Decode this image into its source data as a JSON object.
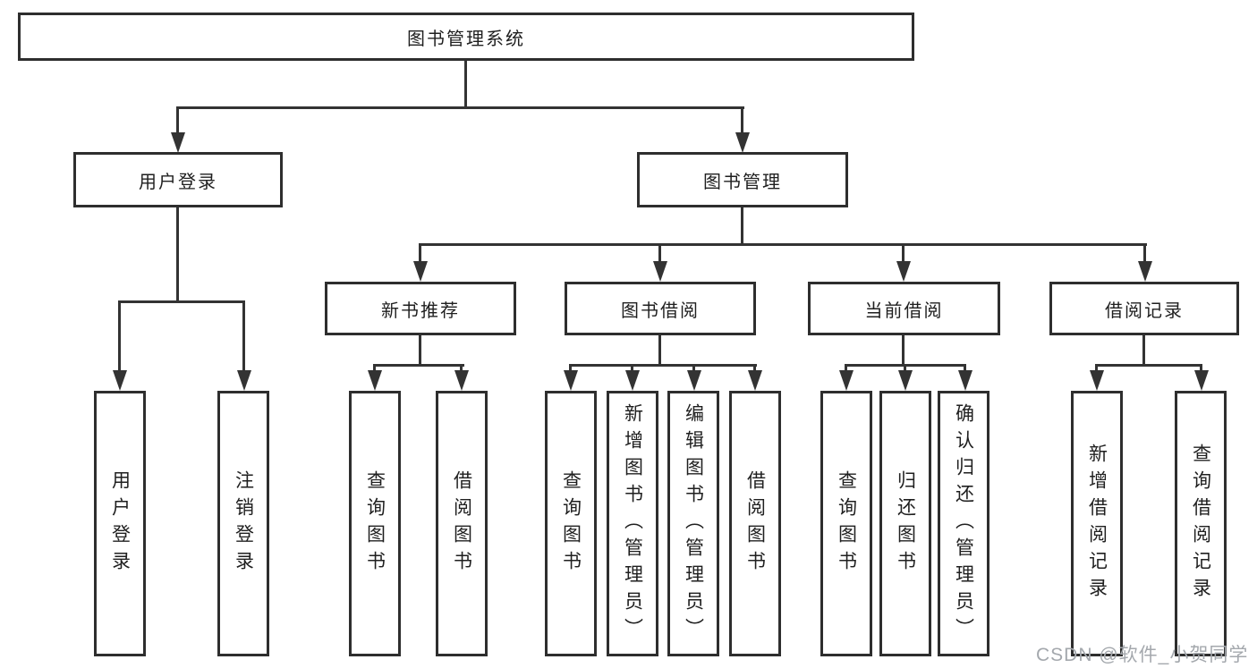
{
  "diagram": {
    "root": {
      "label": "图书管理系统"
    },
    "branches": [
      {
        "label": "用户登录",
        "children": [
          {
            "label": "用户登录"
          },
          {
            "label": "注销登录"
          }
        ]
      },
      {
        "label": "图书管理",
        "children": [
          {
            "label": "新书推荐",
            "children": [
              {
                "label": "查询图书"
              },
              {
                "label": "借阅图书"
              }
            ]
          },
          {
            "label": "图书借阅",
            "children": [
              {
                "label": "查询图书"
              },
              {
                "label": "新增图书（管理员）"
              },
              {
                "label": "编辑图书（管理员）"
              },
              {
                "label": "借阅图书"
              }
            ]
          },
          {
            "label": "当前借阅",
            "children": [
              {
                "label": "查询图书"
              },
              {
                "label": "归还图书"
              },
              {
                "label": "确认归还（管理员）"
              }
            ]
          },
          {
            "label": "借阅记录",
            "children": [
              {
                "label": "新增借阅记录"
              },
              {
                "label": "查询借阅记录"
              }
            ]
          }
        ]
      }
    ]
  },
  "watermark": {
    "text": "CSDN @软件_小贺同学"
  },
  "colors": {
    "line": "#333333",
    "box_border": "#2e2e2e",
    "text": "#1f1f1f",
    "watermark": "#a4a8ad",
    "background": "#ffffff"
  }
}
